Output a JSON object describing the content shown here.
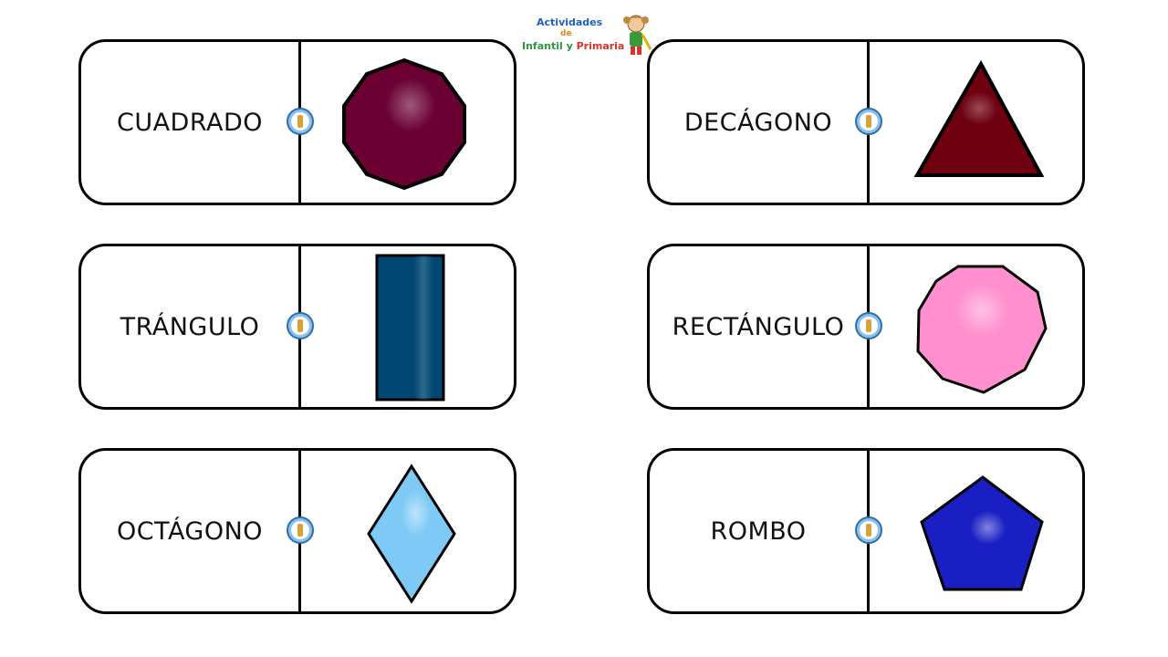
{
  "logo": {
    "line1": "Actividades",
    "line2": "de",
    "line3a": "Infantil y ",
    "line3b": "Primaria"
  },
  "cards": [
    {
      "label": "CUADRADO",
      "shape": "decagon",
      "color": "#6b0033"
    },
    {
      "label": "DECÁGONO",
      "shape": "triangle",
      "color": "#6e0010"
    },
    {
      "label": "TRÁNGULO",
      "shape": "rectangle",
      "color": "#004772"
    },
    {
      "label": "RECTÁNGULO",
      "shape": "octagon",
      "color": "#ff8fcf"
    },
    {
      "label": "OCTÁGONO",
      "shape": "rhombus",
      "color": "#7ec9f5"
    },
    {
      "label": "ROMBO",
      "shape": "pentagon",
      "color": "#1a1fc4"
    }
  ]
}
